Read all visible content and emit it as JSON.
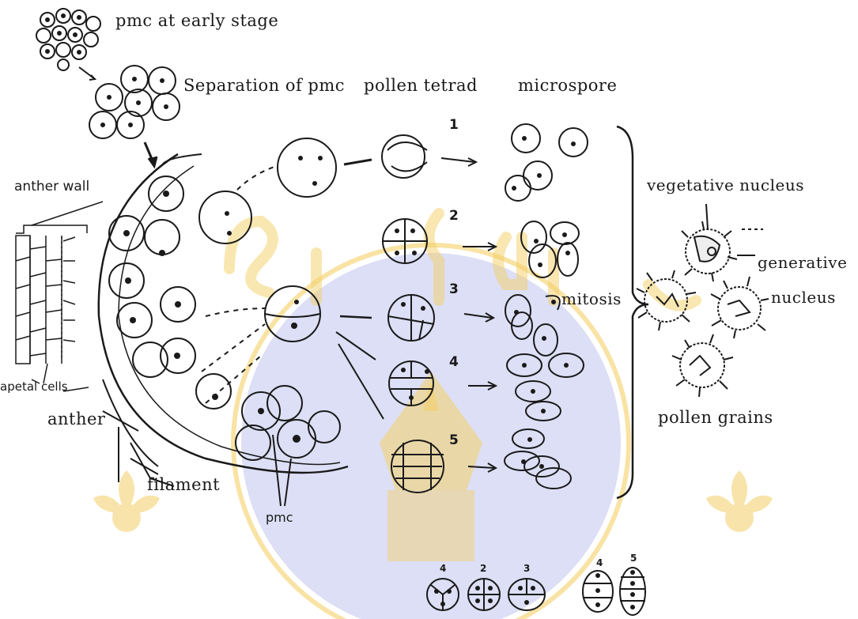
{
  "labels": {
    "pmc_early": "pmc at early stage",
    "separation": "Separation of pmc",
    "pollen_tetrad": "pollen tetrad",
    "microspore": "microspore",
    "anther_wall": "anther wall",
    "apetal_cells": "apetal cells",
    "anther": "anther",
    "filament": "filament",
    "pmc": "pmc",
    "mitosis": "mitosis",
    "vegetative_nucleus": "vegetative nucleus",
    "generative": "generative",
    "nucleus": "nucleus",
    "pollen_grains": "pollen grains"
  },
  "tetrad_numbers": [
    "1",
    "2",
    "3",
    "4",
    "5"
  ],
  "bottom_numbers": [
    "4",
    "2",
    "3",
    "4",
    "5"
  ],
  "colors": {
    "ink": "#1a1a1a",
    "watermark_gold": "#f3c64a",
    "watermark_blue": "#c9cdf0"
  }
}
